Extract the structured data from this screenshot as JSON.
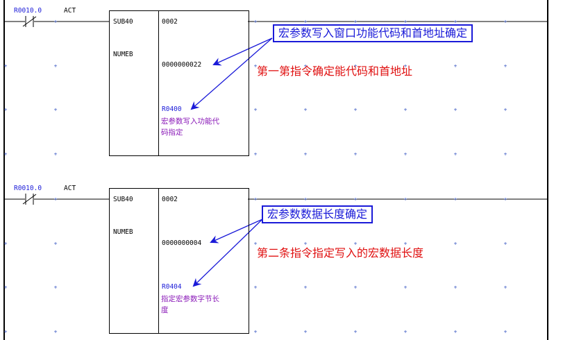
{
  "rungs": [
    {
      "contact_address": "R0010.0",
      "act_label": "ACT",
      "function": "SUB40",
      "param_label": "NUMEB",
      "format_value": "0002",
      "data_value": "0000000022",
      "output_address": "R0400",
      "output_comment_line1": "宏参数写入功能代",
      "output_comment_line2": "码指定",
      "callout_text": "宏参数写入窗口功能代码和首地址确定",
      "note_text": "第一第指令确定能代码和首地址"
    },
    {
      "contact_address": "R0010.0",
      "act_label": "ACT",
      "function": "SUB40",
      "param_label": "NUMEB",
      "format_value": "0002",
      "data_value": "0000000004",
      "output_address": "R0404",
      "output_comment_line1": "指定宏参数字节长",
      "output_comment_line2": "度",
      "callout_text": "宏参数数据长度确定",
      "note_text": "第二条指令指定写入的宏数据长度"
    }
  ],
  "colors": {
    "address_blue": "#1a1ad8",
    "comment_purple": "#8a1ab8",
    "note_red": "#e01010",
    "grid_blue": "#3050c0"
  }
}
